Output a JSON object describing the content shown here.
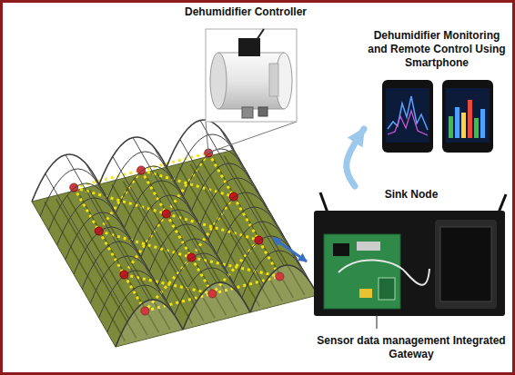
{
  "diagram": {
    "nodes": [
      {
        "text": [
          "Dehumidifier Controller"
        ]
      },
      {
        "text": [
          "Dehumidifier Monitoring and Remote Control Using Smartphone"
        ]
      },
      {
        "text": [
          "Sink Node",
          "Sensor data management Integrated Gateway"
        ]
      }
    ],
    "edges": [
      {
        "from": 2,
        "to": 1,
        "arrow": "to"
      }
    ]
  }
}
